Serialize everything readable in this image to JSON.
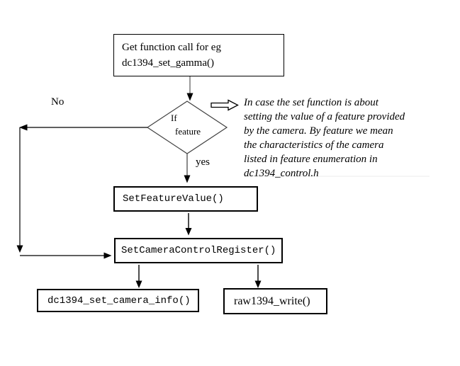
{
  "colors": {
    "background": "#ffffff",
    "box_border": "#000000",
    "connector_black": "#000000",
    "connector_gray": "#808080",
    "diamond_outline": "#404040",
    "text": "#000000"
  },
  "nodes": {
    "start": {
      "line1": "Get function call for eg",
      "line2": "dc1394_set_gamma()"
    },
    "decision": {
      "line1": "If",
      "line2": "feature"
    },
    "set_feature_value": {
      "label": "SetFeatureValue()"
    },
    "set_camera_control_register": {
      "label": "SetCameraControlRegister()"
    },
    "dc1394_set_camera_info": {
      "label": "dc1394_set_camera_info()"
    },
    "raw1394_write": {
      "label": "raw1394_write()"
    }
  },
  "edge_labels": {
    "no": "No",
    "yes": "yes"
  },
  "annotation": {
    "lines": [
      "In case the set function is about",
      "setting the value of a feature provided",
      "by the camera. By feature we mean",
      "the characteristics of the camera",
      "listed in feature enumeration in",
      "dc1394_control.h"
    ]
  },
  "icons": {
    "annotation_arrow": "block-right-arrow-icon"
  }
}
